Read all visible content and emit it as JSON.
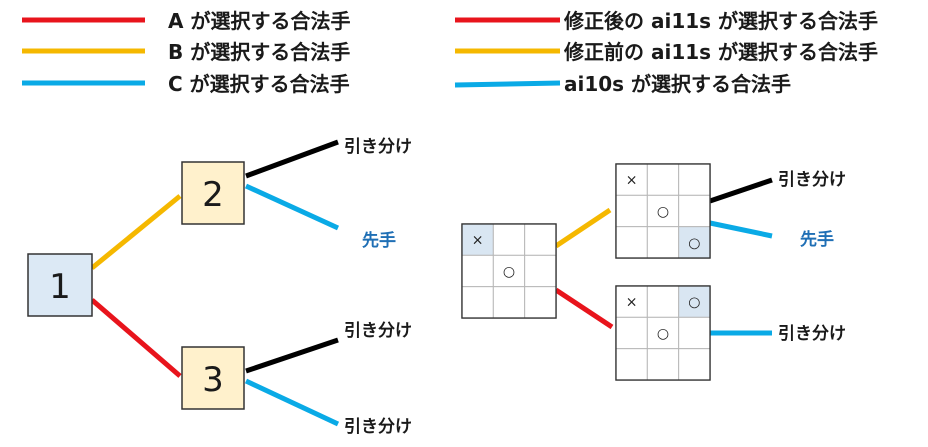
{
  "colors": {
    "red": "#e8141c",
    "yellow": "#f5b800",
    "blue": "#0aaae6",
    "black": "#000000",
    "node_blue": "#dce9f5",
    "node_yellow": "#fff1cc",
    "cell_highlight": "#d9e6f2",
    "outcome_blue": "#1f6fb5"
  },
  "legend": {
    "left": [
      {
        "color": "red",
        "label": "A が選択する合法手"
      },
      {
        "color": "yellow",
        "label": "B が選択する合法手"
      },
      {
        "color": "blue",
        "label": "C が選択する合法手"
      }
    ],
    "right": [
      {
        "color": "red",
        "label": "修正後の ai11s が選択する合法手"
      },
      {
        "color": "yellow",
        "label": "修正前の ai11s が選択する合法手"
      },
      {
        "color": "blue",
        "label": "ai10s が選択する合法手"
      }
    ]
  },
  "tree": {
    "root": "1",
    "node2": "2",
    "node3": "3",
    "outcomes": {
      "n2_top": "引き分け",
      "n2_bottom": "先手",
      "n3_top": "引き分け",
      "n3_bottom": "引き分け"
    }
  },
  "boards": {
    "marks": {
      "x": "×",
      "o": "○"
    },
    "root": {
      "cells": [
        "x",
        "",
        "",
        "",
        "o",
        "",
        "",
        "",
        ""
      ],
      "highlight": 0
    },
    "upper": {
      "cells": [
        "x",
        "",
        "",
        "",
        "o",
        "",
        "",
        "",
        "o"
      ],
      "highlight": 8
    },
    "lower": {
      "cells": [
        "x",
        "",
        "o",
        "",
        "o",
        "",
        "",
        "",
        ""
      ],
      "highlight": 2
    },
    "outcomes": {
      "upper_top": "引き分け",
      "upper_bottom": "先手",
      "lower": "引き分け"
    }
  }
}
